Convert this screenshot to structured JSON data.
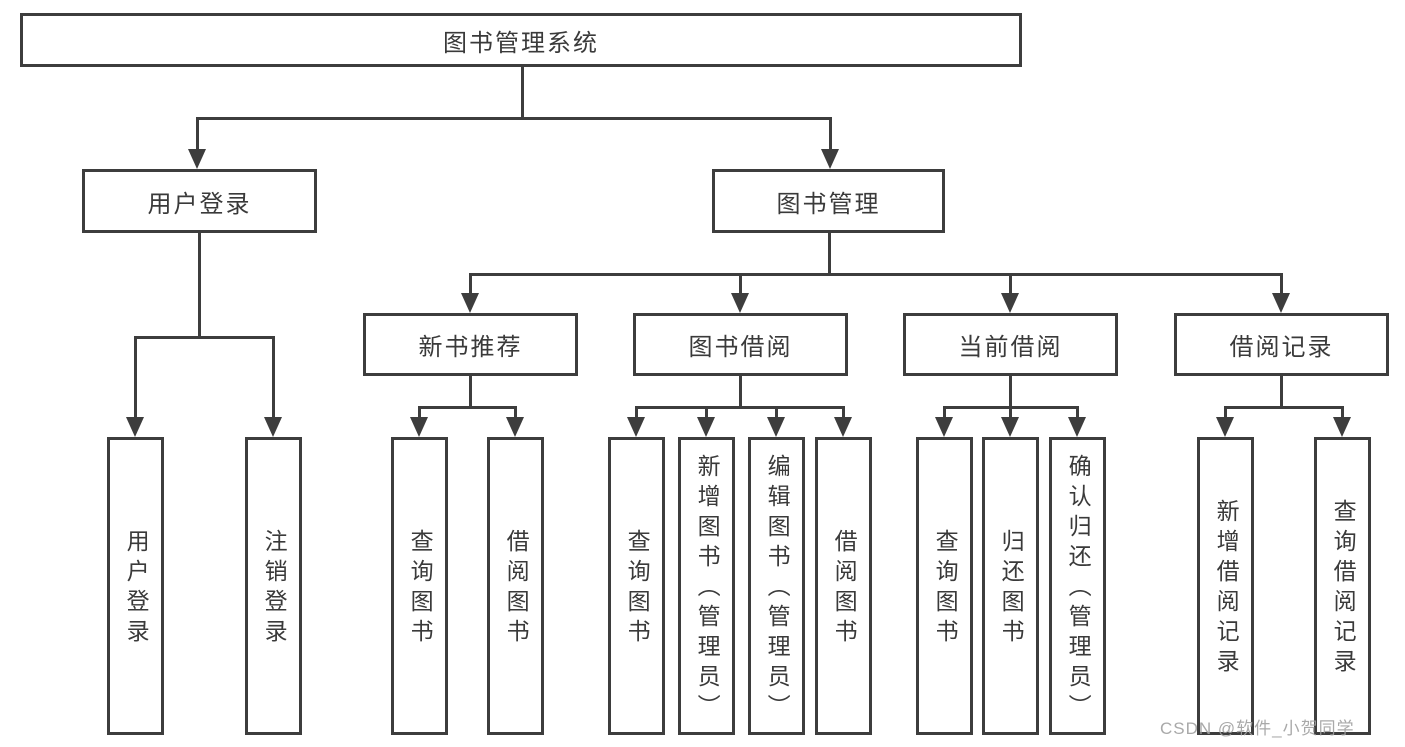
{
  "diagram": {
    "colors": {
      "line": "#3d3d3d",
      "text": "#3a3a3a",
      "box_bg": "#ffffff",
      "watermark": "#a0a0a0"
    },
    "watermark": "CSDN @软件_小贺同学",
    "nodes": {
      "root": "图书管理系统",
      "user_login": "用户登录",
      "book_mgmt": "图书管理",
      "new_book": "新书推荐",
      "book_borrow": "图书借阅",
      "current_borrow": "当前借阅",
      "borrow_record": "借阅记录",
      "leaf_user_login": "用户登录",
      "leaf_logout": "注销登录",
      "leaf_nb_query": "查询图书",
      "leaf_nb_borrow": "借阅图书",
      "leaf_bb_query": "查询图书",
      "leaf_bb_add": "新增图书（管理员）",
      "leaf_bb_edit": "编辑图书（管理员）",
      "leaf_bb_borrow": "借阅图书",
      "leaf_cb_query": "查询图书",
      "leaf_cb_return": "归还图书",
      "leaf_cb_confirm": "确认归还（管理员）",
      "leaf_br_add": "新增借阅记录",
      "leaf_br_query": "查询借阅记录"
    }
  }
}
